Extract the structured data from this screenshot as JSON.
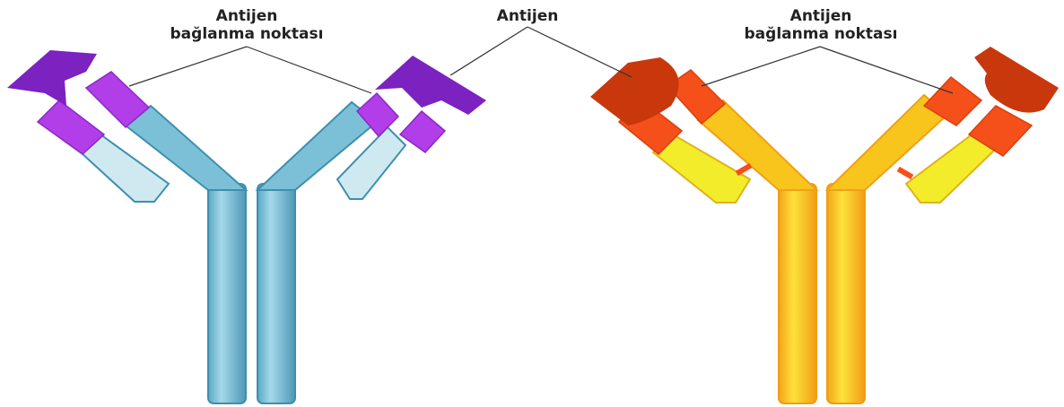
{
  "labels": {
    "left_site_line1": "Antijen",
    "left_site_line2": "bağlanma noktası",
    "middle": "Antijen",
    "right_site_line1": "Antijen",
    "right_site_line2": "bağlanma noktası"
  },
  "colors": {
    "blue_heavy": "#7cc0d8",
    "blue_heavy_edge": "#3d8fad",
    "blue_light": "#cfe9f1",
    "purple": "#b13ee8",
    "purple_dark": "#7b22c0",
    "yellow": "#f7c51c",
    "yellow_light": "#f2ec2a",
    "orange": "#f5501a",
    "antigen_red": "#c8380c",
    "line": "#333333"
  }
}
